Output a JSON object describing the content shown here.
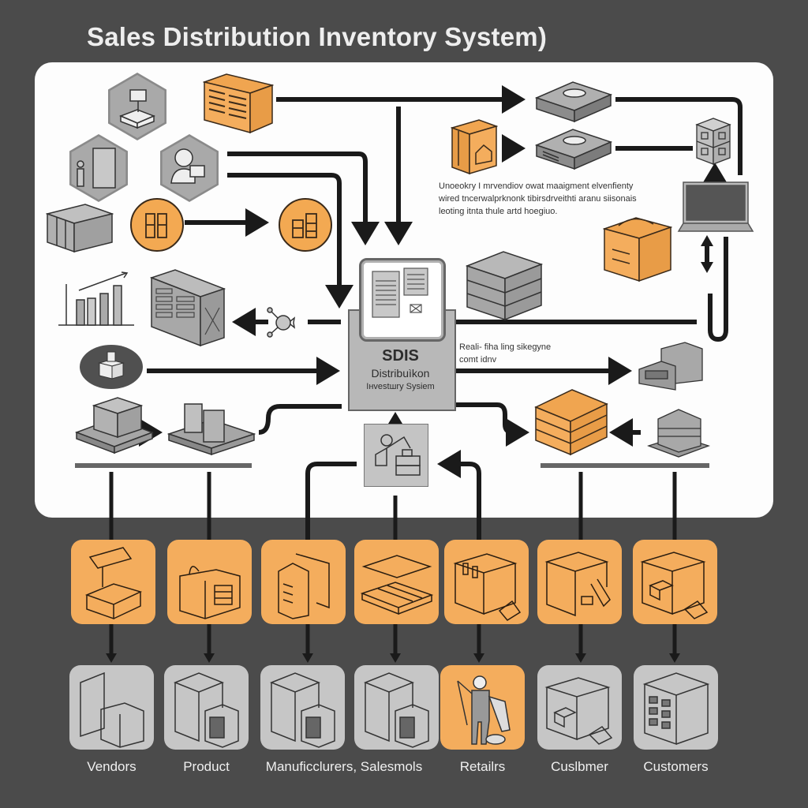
{
  "title": "Sales Distribution  Inventory System)",
  "colors": {
    "background": "#4b4b4b",
    "panel": "#fdfdfd",
    "accent_orange": "#f4ad5d",
    "tile_gray": "#c6c6c6",
    "connector": "#1a1a1a"
  },
  "central_node": {
    "acronym": "SDIS",
    "line2": "Distribuìkon",
    "line3": "Iнvestшry Sysiem",
    "icon": "document-screen-icon"
  },
  "notes": {
    "top_right": [
      "Unoeokry I mrvendiov owat  maaigment  elvenfienty",
      "wired tncerwalprknonk tibirsdrveithti aranu siisonais",
      "leoting itnta thule artd hoegiuo."
    ],
    "middle_right": [
      "Reali- fiha ling sikegyne",
      "comt idnv"
    ]
  },
  "upper_nodes": [
    {
      "name": "assembly-machine",
      "icon": "assembly-machine-icon",
      "shape": "hexagon"
    },
    {
      "name": "product-crate",
      "icon": "orange-crate-icon",
      "shape": "box"
    },
    {
      "name": "warehouse-worker",
      "icon": "warehouse-worker-icon",
      "shape": "hexagon"
    },
    {
      "name": "user-with-package",
      "icon": "user-package-icon",
      "shape": "hexagon"
    },
    {
      "name": "stock-boxes",
      "icon": "stock-boxes-icon",
      "shape": "box"
    },
    {
      "name": "bottles-source",
      "icon": "bottles-icon",
      "shape": "circle"
    },
    {
      "name": "bottles-target",
      "icon": "bottles-icon",
      "shape": "circle"
    },
    {
      "name": "sales-chart",
      "icon": "bar-chart-icon",
      "shape": "chart"
    },
    {
      "name": "server-cabinet",
      "icon": "server-cabinet-icon",
      "shape": "box"
    },
    {
      "name": "network-hub",
      "icon": "network-hub-icon",
      "shape": "node"
    },
    {
      "name": "open-box",
      "icon": "open-box-icon",
      "shape": "ellipse"
    },
    {
      "name": "pallet-goods",
      "icon": "pallet-icon",
      "shape": "platform"
    },
    {
      "name": "pallet-machines",
      "icon": "pallet-machines-icon",
      "shape": "platform"
    },
    {
      "name": "shipping-box",
      "icon": "shipping-box-icon",
      "shape": "box"
    },
    {
      "name": "router-top",
      "icon": "router-icon",
      "shape": "device"
    },
    {
      "name": "router-bottom",
      "icon": "router-icon",
      "shape": "device"
    },
    {
      "name": "cube-store",
      "icon": "cube-store-icon",
      "shape": "cube"
    },
    {
      "name": "laptop",
      "icon": "laptop-icon",
      "shape": "device"
    },
    {
      "name": "package-strapped",
      "icon": "strapped-package-icon",
      "shape": "box"
    },
    {
      "name": "server-stack",
      "icon": "server-stack-icon",
      "shape": "stack"
    },
    {
      "name": "warehouse-building",
      "icon": "warehouse-icon",
      "shape": "building"
    },
    {
      "name": "orange-stack",
      "icon": "orange-stack-icon",
      "shape": "stack"
    },
    {
      "name": "warehouse-small",
      "icon": "warehouse-icon",
      "shape": "building"
    },
    {
      "name": "loading-crane",
      "icon": "crane-icon",
      "shape": "square"
    }
  ],
  "orange_tiles": [
    {
      "icon": "open-box-icon"
    },
    {
      "icon": "shopping-bag-icon"
    },
    {
      "icon": "carton-pack-icon"
    },
    {
      "icon": "tray-icon"
    },
    {
      "icon": "box-dolly-icon"
    },
    {
      "icon": "box-open-flap-icon"
    },
    {
      "icon": "box-dolly-icon"
    }
  ],
  "bottom_tiles": [
    {
      "label": "Vendors",
      "icon": "vendor-bag-icon",
      "highlight": false
    },
    {
      "label": "Product",
      "icon": "product-tower-icon",
      "highlight": false
    },
    {
      "label": "Manuficclurers, Salesmols",
      "icon": "manufacturer-tower-icon",
      "highlight": false
    },
    {
      "label": "",
      "icon": "salesman-tower-icon",
      "highlight": false
    },
    {
      "label": "Retailrs",
      "icon": "retailer-person-icon",
      "highlight": true
    },
    {
      "label": "Cuslbmer",
      "icon": "customer-box-icon",
      "highlight": false
    },
    {
      "label": "Customers",
      "icon": "customers-building-icon",
      "highlight": false
    }
  ]
}
